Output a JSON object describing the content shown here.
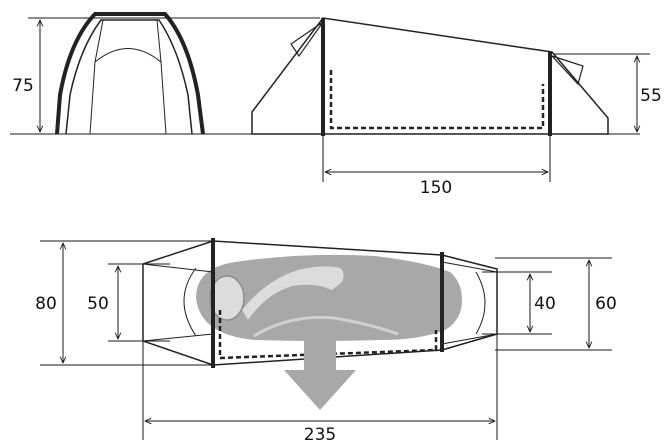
{
  "dimensions": {
    "front_height": "75",
    "rear_height": "55",
    "inner_length": "150",
    "front_width": "80",
    "front_inner_width": "50",
    "rear_inner_width": "40",
    "rear_width": "60",
    "total_length": "235"
  },
  "colors": {
    "line": "#1a1a1a",
    "pole": "#222222",
    "inner_tent_dash": "#222222",
    "sleeper": "#a8a8a8",
    "sleeper_light": "#dcdcdc",
    "entrance_arrow": "#a8a8a8"
  }
}
